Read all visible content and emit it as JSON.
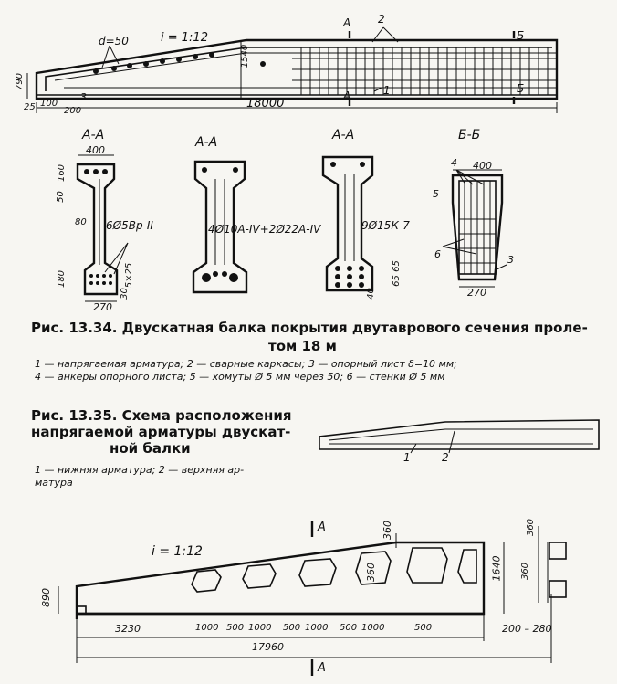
{
  "top_beam": {
    "d_label": "d=50",
    "slope": "i = 1:12",
    "cut_a": "A",
    "cut_b": "Б",
    "num_2": "2",
    "num_1": "1",
    "num_3": "3",
    "h_1540": "1540",
    "h_790": "790",
    "dim_25": "25",
    "dim_100": "100",
    "dim_200": "200",
    "span_18000": "18000"
  },
  "sections": {
    "aa1_title": "А-А",
    "aa2_title": "А-А",
    "aa3_title": "А-А",
    "bb_title": "Б-Б",
    "w400_a": "400",
    "w400_b": "400",
    "w270_a": "270",
    "w270_b": "270",
    "d160": "160",
    "d50": "50",
    "d80": "80",
    "d180": "180",
    "d30": "30",
    "d5x25": "5×25",
    "d40": "40",
    "d6565": "65 65",
    "rebar_1": "6Ø5Вр-II",
    "rebar_2": "4Ø10А-IV+2Ø22А-IV",
    "rebar_3": "9Ø15К-7",
    "n4": "4",
    "n5": "5",
    "n6": "6",
    "n3": "3"
  },
  "fig1334": {
    "caption_line1": "Рис. 13.34. Двускатная балка покрытия двутаврового сечения проле-",
    "caption_line2": "том 18 м",
    "legend_line1": "1 — напрягаемая арматура; 2 — сварные каркасы; 3 — опорный лист δ=10 мм;",
    "legend_line2": "4 — анкеры опорного листа; 5 — хомуты Ø 5 мм через 50; 6 — стенки Ø 5 мм"
  },
  "fig1335": {
    "caption_line1": "Рис. 13.35. Схема расположения",
    "caption_line2": "напрягаемой арматуры двускат-",
    "caption_line3": "ной балки",
    "legend_line1": "1 — нижняя арматура; 2 — верхняя ар-",
    "legend_line2": "матура",
    "n1": "1",
    "n2": "2"
  },
  "bottom_beam": {
    "slope": "i = 1:12",
    "cut_top": "A",
    "cut_bottom": "A",
    "d360_top": "360",
    "d360_mid": "360",
    "d1640": "1640",
    "d890": "890",
    "d3230": "3230",
    "d1000_1": "1000",
    "d500_1": "500",
    "d1000_2": "1000",
    "d500_2": "500",
    "d1000_3": "1000",
    "d500_3": "500",
    "d1000_4": "1000",
    "d500_4": "500",
    "d17960": "17960",
    "d200_280": "200 – 280",
    "side_360a": "360",
    "side_360b": "360"
  }
}
